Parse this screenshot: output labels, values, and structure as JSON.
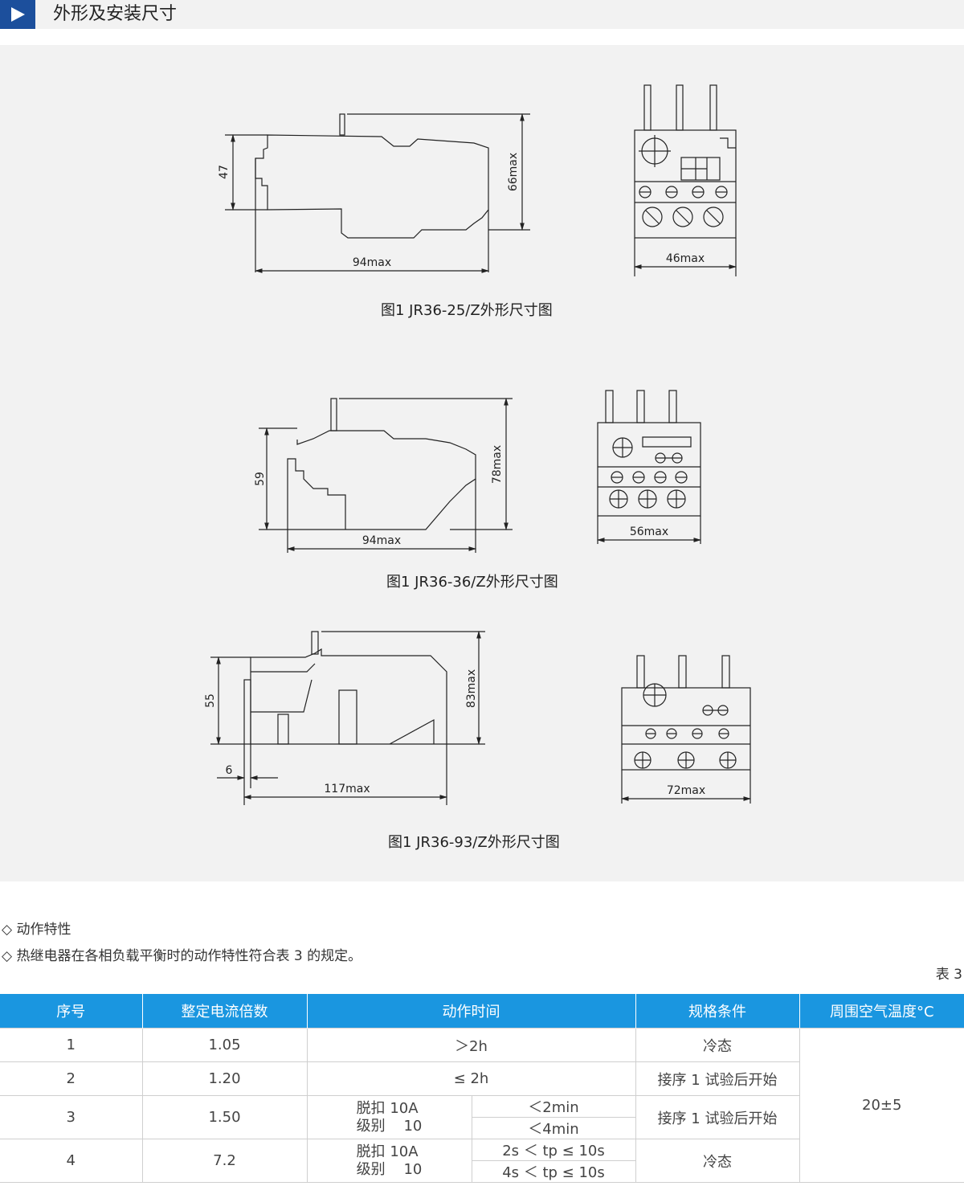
{
  "header": {
    "title": "外形及安装尺寸"
  },
  "figures": [
    {
      "caption": "图1  JR36-25/Z外形尺寸图",
      "dims": {
        "height_small": "47",
        "height_max": "66max",
        "width_side": "94max",
        "width_front": "46max"
      }
    },
    {
      "caption": "图1  JR36-36/Z外形尺寸图",
      "dims": {
        "height_small": "59",
        "height_max": "78max",
        "width_side": "94max",
        "width_front": "56max"
      }
    },
    {
      "caption": "图1  JR36-93/Z外形尺寸图",
      "dims": {
        "height_small": "55",
        "height_max": "83max",
        "offset": "6",
        "width_side": "117max",
        "width_front": "72max"
      }
    }
  ],
  "notes": {
    "item1": "◇ 动作特性",
    "item2": "◇ 热继电器在各相负载平衡时的动作特性符合表 3 的规定。",
    "table_label": "表 3"
  },
  "table": {
    "headers": [
      "序号",
      "整定电流倍数",
      "动作时间",
      "规格条件",
      "周围空气温度°C"
    ],
    "rows": [
      {
        "no": "1",
        "multiple": "1.05",
        "time": "＞2h",
        "condition": "冷态"
      },
      {
        "no": "2",
        "multiple": "1.20",
        "time": "≤ 2h",
        "condition": "接序 1 试验后开始"
      },
      {
        "no": "3",
        "multiple": "1.50",
        "spec_line1": "脱扣 10A",
        "spec_line2": "级别    10",
        "time_a": "＜2min",
        "time_b": "＜4min",
        "condition": "接序 1 试验后开始"
      },
      {
        "no": "4",
        "multiple": "7.2",
        "spec_line1": "脱扣 10A",
        "spec_line2": "级别    10",
        "time_a": "2s ＜ tp ≤ 10s",
        "time_b": "4s ＜ tp ≤ 10s",
        "condition": "冷态"
      }
    ],
    "temperature": "20±5"
  }
}
